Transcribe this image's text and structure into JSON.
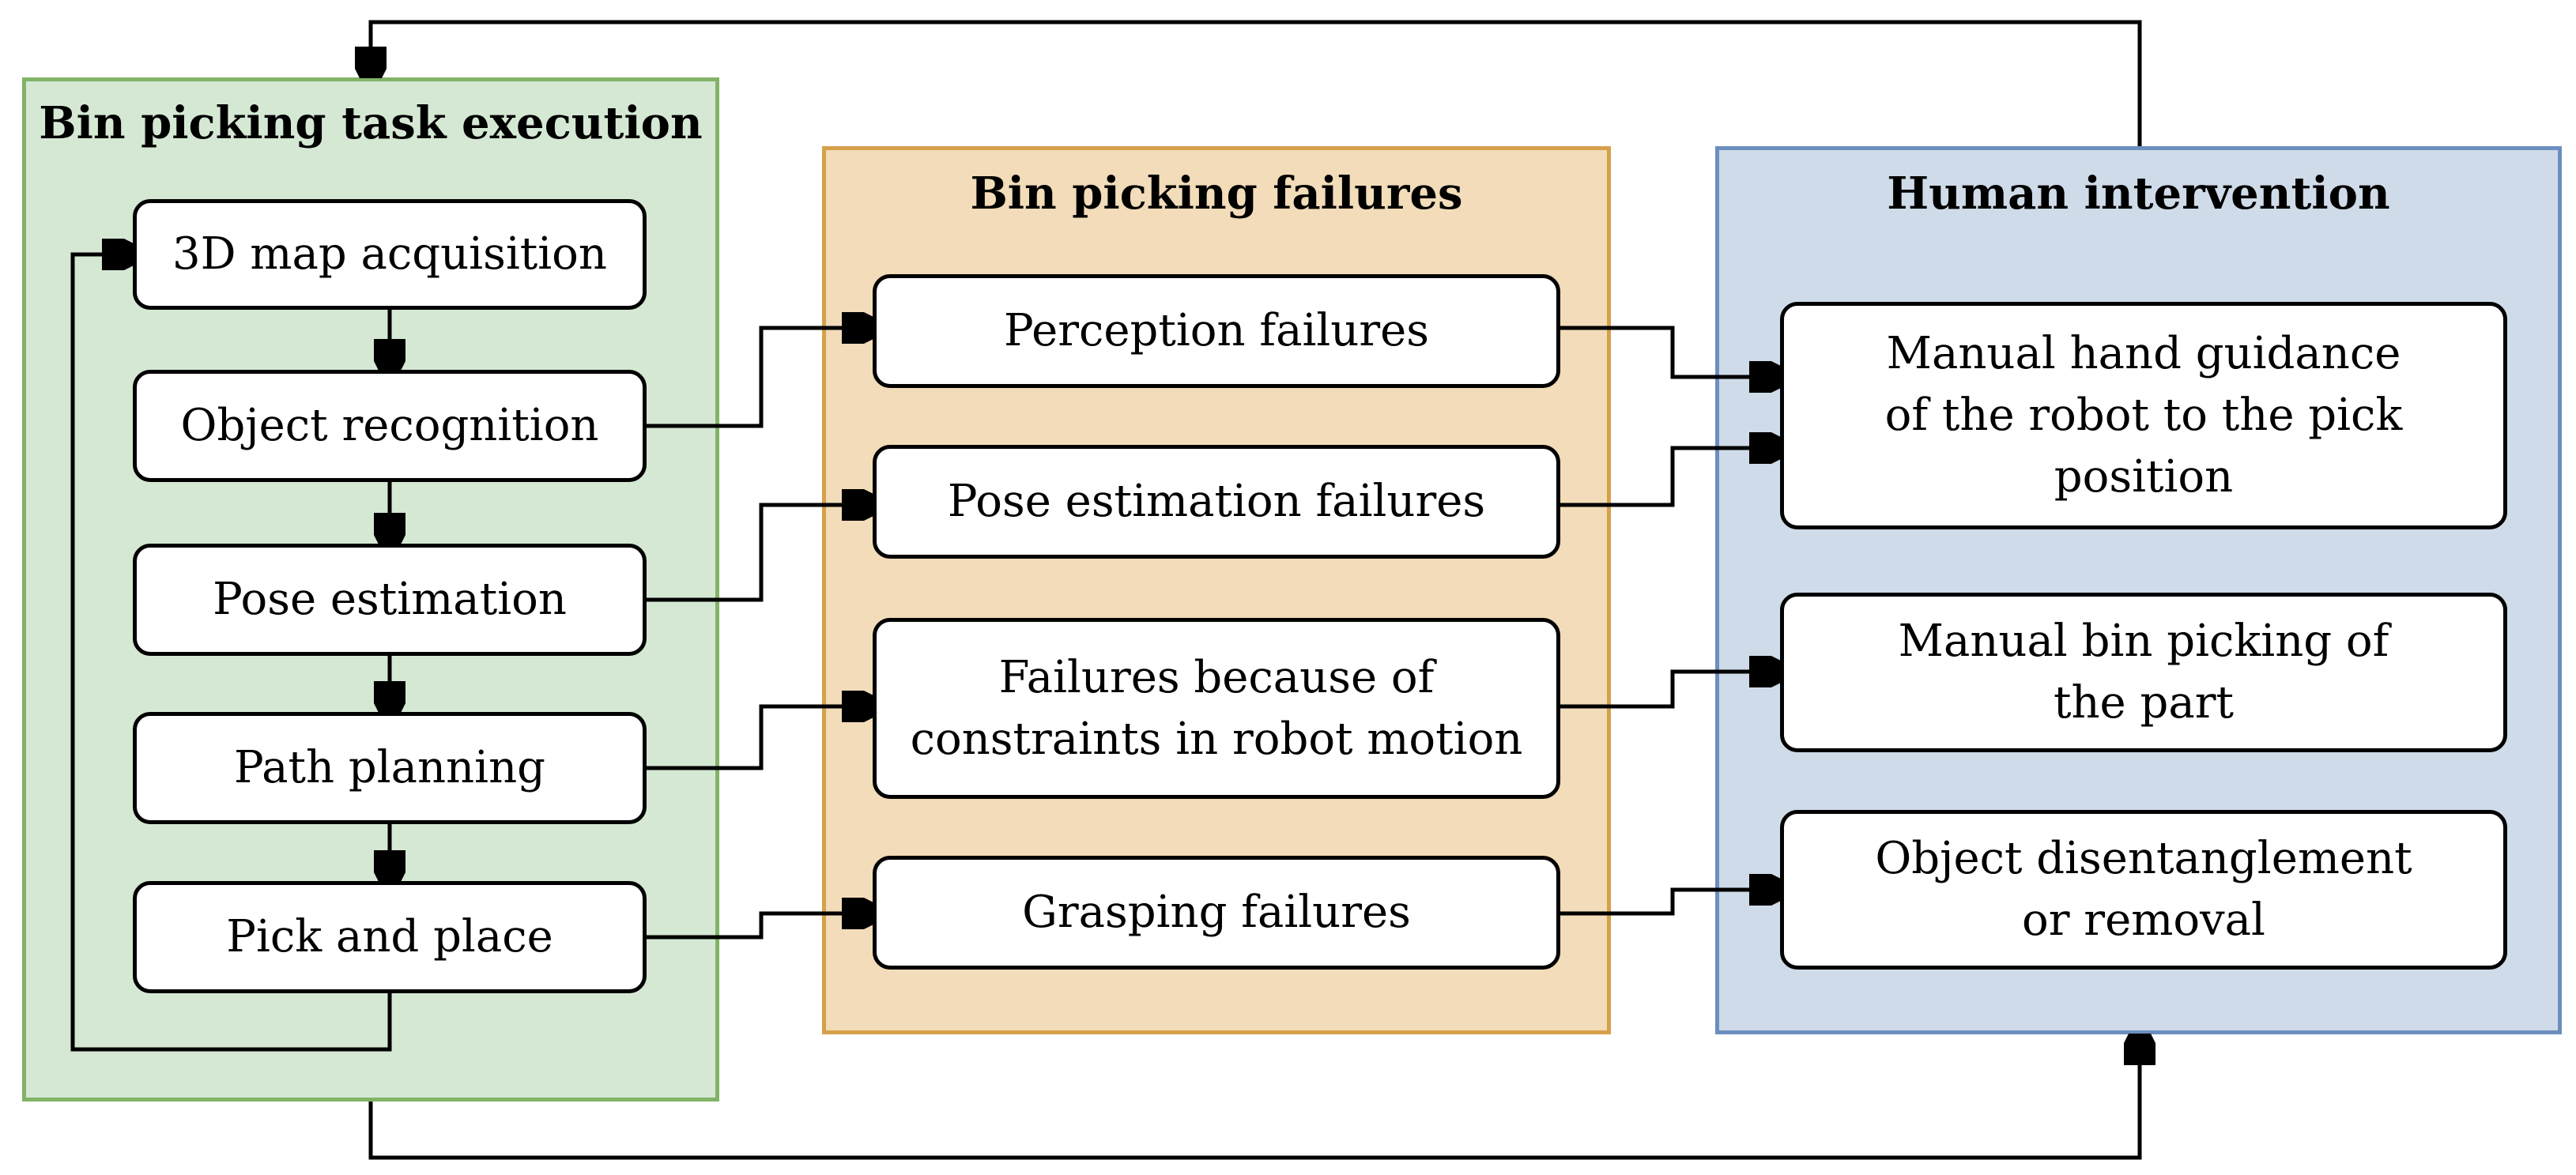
{
  "colors": {
    "execution_fill": "#d5e8d4",
    "execution_border": "#82b366",
    "failures_fill": "#f2dcb9",
    "failures_border": "#d6a04a",
    "human_fill": "#cfdbe8",
    "human_border": "#6c8ebf",
    "node_fill": "#ffffff",
    "line": "#000000"
  },
  "panels": {
    "execution": {
      "title": "Bin picking task execution"
    },
    "failures": {
      "title": "Bin picking failures"
    },
    "human": {
      "title": "Human intervention"
    }
  },
  "execution_steps": [
    {
      "id": "map",
      "lines": [
        "3D map acquisition"
      ]
    },
    {
      "id": "recognition",
      "lines": [
        "Object recognition"
      ]
    },
    {
      "id": "pose",
      "lines": [
        "Pose estimation"
      ]
    },
    {
      "id": "path",
      "lines": [
        "Path planning"
      ]
    },
    {
      "id": "pick",
      "lines": [
        "Pick and place"
      ]
    }
  ],
  "failure_types": [
    {
      "id": "perception",
      "lines": [
        "Perception failures"
      ]
    },
    {
      "id": "pose_fail",
      "lines": [
        "Pose estimation failures"
      ]
    },
    {
      "id": "motion",
      "lines": [
        "Failures because of",
        "constraints in robot motion"
      ]
    },
    {
      "id": "grasp",
      "lines": [
        "Grasping failures"
      ]
    }
  ],
  "interventions": [
    {
      "id": "guidance",
      "lines": [
        "Manual hand guidance",
        "of the robot to the pick",
        "position"
      ]
    },
    {
      "id": "manual",
      "lines": [
        "Manual bin picking of",
        "the part"
      ]
    },
    {
      "id": "disentangle",
      "lines": [
        "Object disentanglement",
        "or removal"
      ]
    }
  ],
  "connections": [
    {
      "from": "map",
      "to": "recognition"
    },
    {
      "from": "recognition",
      "to": "pose"
    },
    {
      "from": "pose",
      "to": "path"
    },
    {
      "from": "path",
      "to": "pick"
    },
    {
      "from": "pick",
      "to": "map"
    },
    {
      "from": "recognition",
      "to": "perception"
    },
    {
      "from": "pose",
      "to": "pose_fail"
    },
    {
      "from": "path",
      "to": "motion"
    },
    {
      "from": "pick",
      "to": "grasp"
    },
    {
      "from": "perception",
      "to": "guidance"
    },
    {
      "from": "pose_fail",
      "to": "guidance"
    },
    {
      "from": "motion",
      "to": "manual"
    },
    {
      "from": "grasp",
      "to": "disentangle"
    },
    {
      "from": "human",
      "to": "execution"
    },
    {
      "from": "execution",
      "to": "human"
    }
  ]
}
